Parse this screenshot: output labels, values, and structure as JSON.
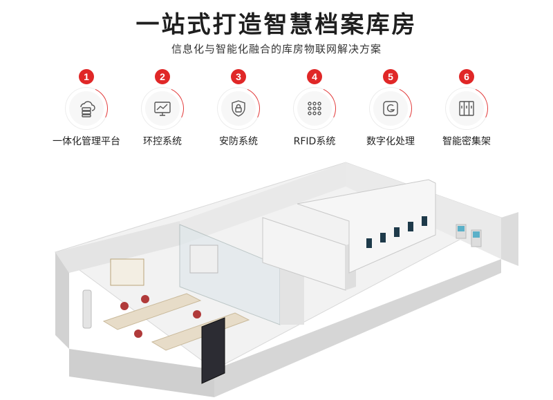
{
  "header": {
    "title": "一站式打造智慧档案库房",
    "subtitle": "信息化与智能化融合的库房物联网解决方案"
  },
  "features": [
    {
      "num": "1",
      "label": "一体化管理平台",
      "icon": "server-cloud-icon"
    },
    {
      "num": "2",
      "label": "环控系统",
      "icon": "monitor-chart-icon"
    },
    {
      "num": "3",
      "label": "安防系统",
      "icon": "shield-lock-icon"
    },
    {
      "num": "4",
      "label": "RFID系统",
      "icon": "rfid-grid-icon"
    },
    {
      "num": "5",
      "label": "数字化处理",
      "icon": "digital-g-icon"
    },
    {
      "num": "6",
      "label": "智能密集架",
      "icon": "cabinet-icon"
    }
  ],
  "colors": {
    "accent": "#e02727",
    "icon": "#555555"
  }
}
